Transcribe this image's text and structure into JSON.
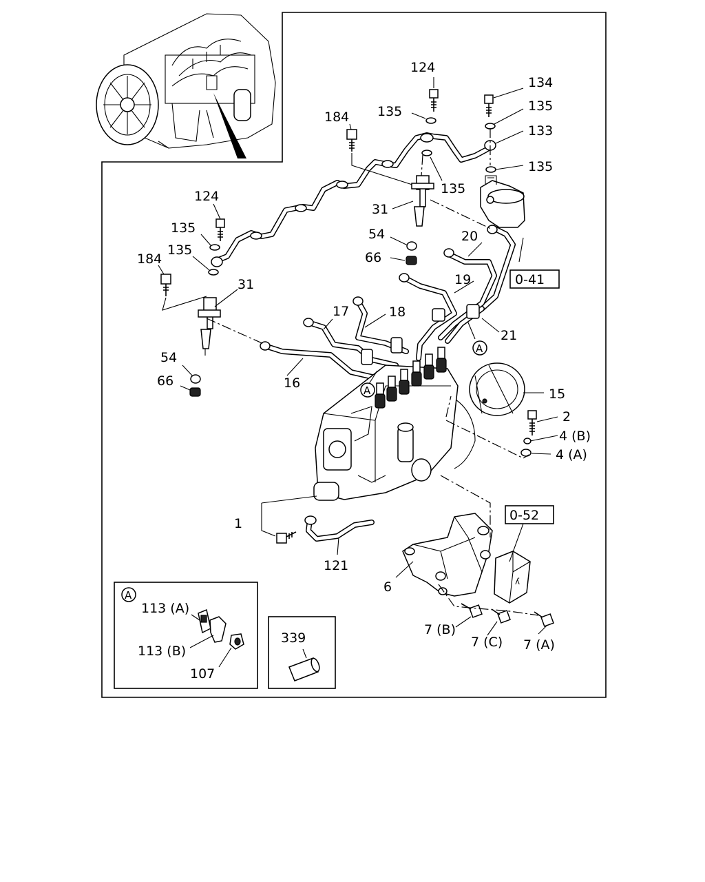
{
  "callouts": {
    "c124_top": "124",
    "c134": "134",
    "c135_top_left": "135",
    "c135_top_right": "135",
    "c133": "133",
    "c184_top": "184",
    "c135_right": "135",
    "c135_mid": "135",
    "c31_top": "31",
    "c54_top": "54",
    "c66_top": "66",
    "c124_left": "124",
    "c135_left_a": "135",
    "c135_left_b": "135",
    "c184_left": "184",
    "c31_left": "31",
    "c54_left": "54",
    "c66_left": "66",
    "c20": "20",
    "c19": "19",
    "c17": "17",
    "c18": "18",
    "c21": "21",
    "c16": "16",
    "c15": "15",
    "c2": "2",
    "c4b": "4 (B)",
    "c4a": "4 (A)",
    "c1": "1",
    "c121": "121",
    "c6": "6",
    "c7b": "7 (B)",
    "c7c": "7 (C)",
    "c7a": "7 (A)"
  },
  "refs": {
    "ref_041": "0-41",
    "ref_052": "0-52"
  },
  "markers": {
    "a_right": "A",
    "a_left": "A"
  },
  "inset_a": {
    "marker": "A",
    "c113a": "113 (A)",
    "c113b": "113 (B)",
    "c107": "107"
  },
  "inset_339": {
    "label": "339"
  }
}
